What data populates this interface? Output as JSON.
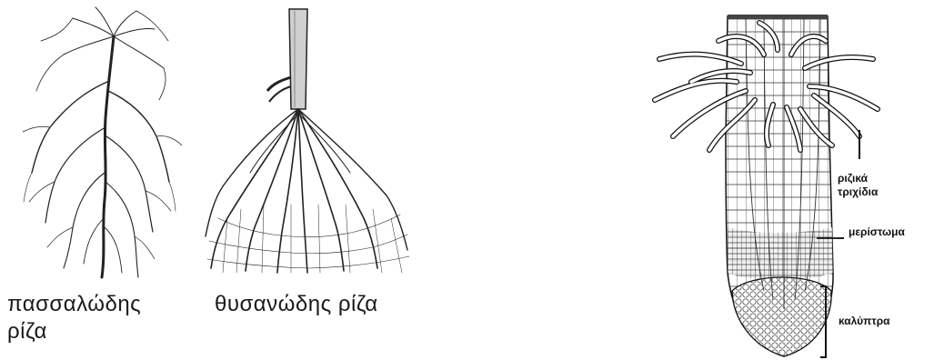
{
  "taproot": {
    "caption_line1": "πασσαλώδης",
    "caption_line2": "ρίζα"
  },
  "fibrous": {
    "caption": "θυσανώδης ρίζα"
  },
  "root_tip": {
    "labels": {
      "root_hairs_line1": "ριζικά",
      "root_hairs_line2": "τριχίδια",
      "meristem": "μερίστωμα",
      "root_cap": "καλύπτρα"
    }
  },
  "colors": {
    "ink": "#1a1a1a",
    "background": "#ffffff"
  }
}
